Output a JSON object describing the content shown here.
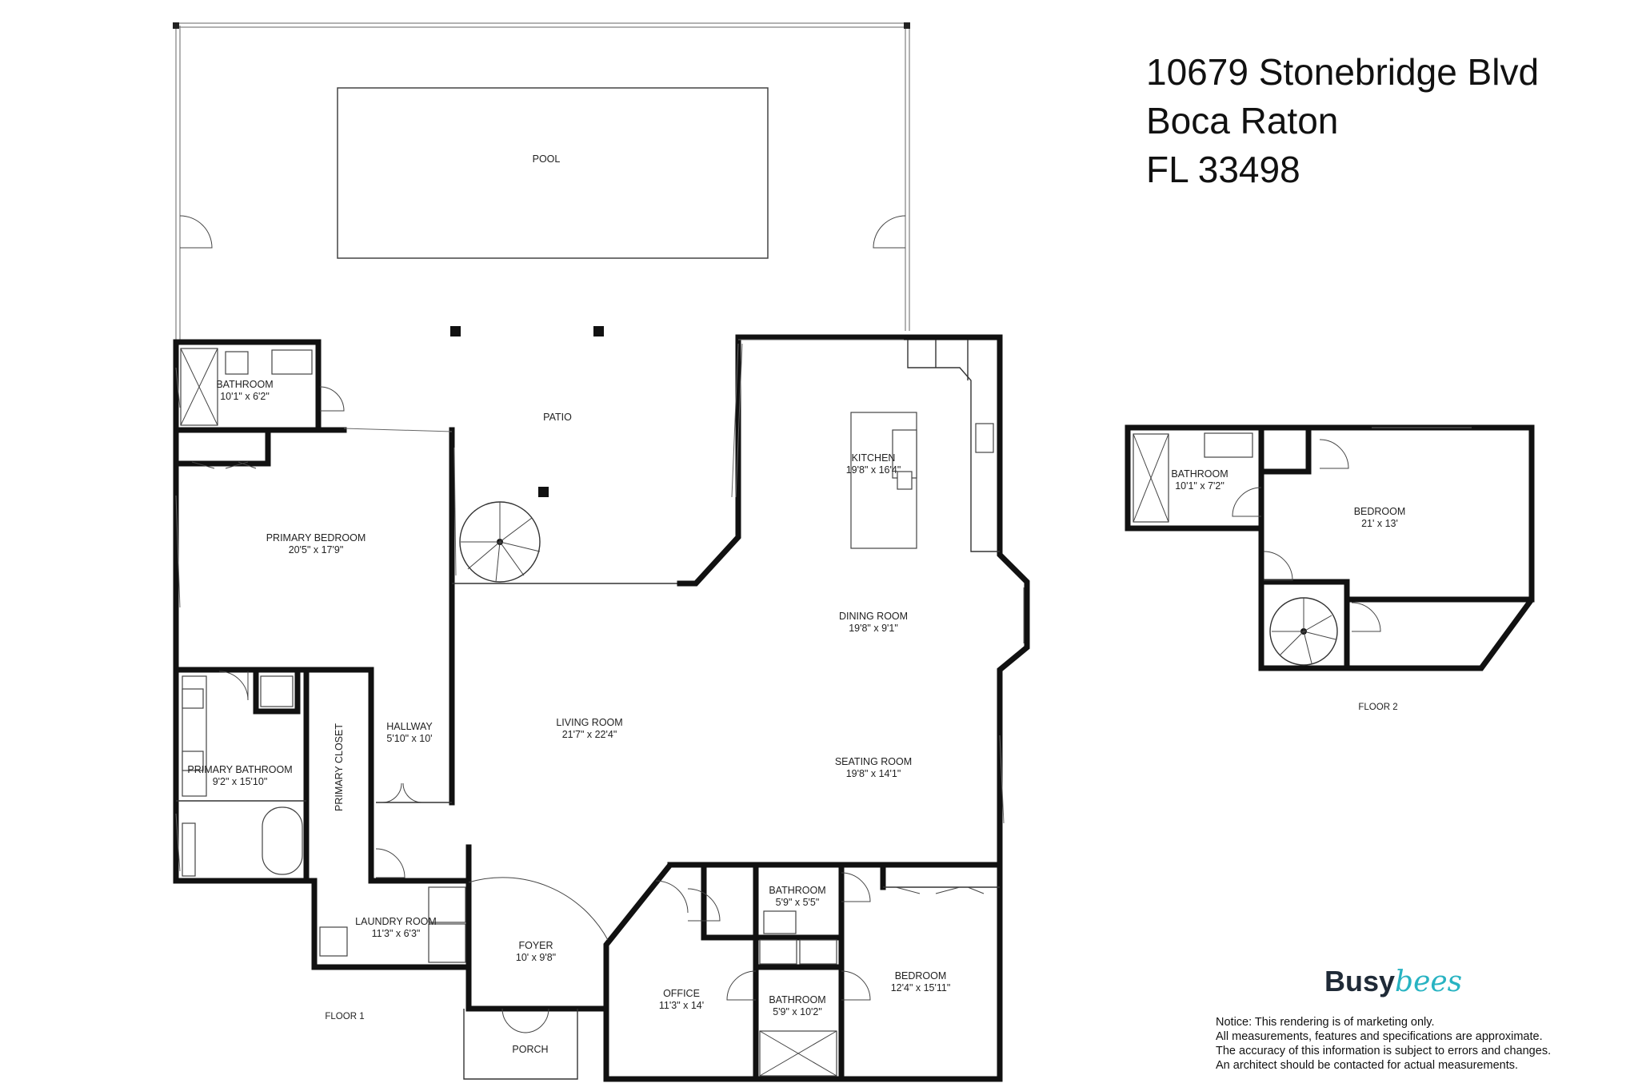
{
  "address": {
    "line1": "10679 Stonebridge Blvd",
    "line2": "Boca Raton",
    "line3": "FL 33498"
  },
  "brand": {
    "part1": "Busy",
    "part2": "bees",
    "accent_color": "#28b3c2",
    "dark_color": "#1f2a37"
  },
  "notice": [
    "Notice: This rendering is of marketing only.",
    "All measurements, features and specifications are approximate.",
    "The accuracy of this information is subject to errors and changes.",
    "An architect should be contacted for actual measurements."
  ],
  "floors": {
    "floor1": "FLOOR 1",
    "floor2": "FLOOR 2"
  },
  "rooms": {
    "pool": {
      "name": "POOL"
    },
    "patio": {
      "name": "PATIO"
    },
    "bathroom_1": {
      "name": "BATHROOM",
      "dims": "10'1\" x 6'2\""
    },
    "primary_bedroom": {
      "name": "PRIMARY BEDROOM",
      "dims": "20'5\" x 17'9\""
    },
    "kitchen": {
      "name": "KITCHEN",
      "dims": "19'8\" x 16'4\""
    },
    "dining_room": {
      "name": "DINING ROOM",
      "dims": "19'8\" x 9'1\""
    },
    "living_room": {
      "name": "LIVING ROOM",
      "dims": "21'7\" x 22'4\""
    },
    "hallway": {
      "name": "HALLWAY",
      "dims": "5'10\" x 10'"
    },
    "primary_closet": {
      "name": "PRIMARY CLOSET"
    },
    "primary_bathroom": {
      "name": "PRIMARY BATHROOM",
      "dims": "9'2\" x 15'10\""
    },
    "seating_room": {
      "name": "SEATING ROOM",
      "dims": "19'8\" x 14'1\""
    },
    "laundry_room": {
      "name": "LAUNDRY ROOM",
      "dims": "11'3\" x 6'3\""
    },
    "foyer": {
      "name": "FOYER",
      "dims": "10' x 9'8\""
    },
    "porch": {
      "name": "PORCH"
    },
    "office": {
      "name": "OFFICE",
      "dims": "11'3\" x 14'"
    },
    "bathroom_2": {
      "name": "BATHROOM",
      "dims": "5'9\" x 5'5\""
    },
    "bathroom_3": {
      "name": "BATHROOM",
      "dims": "5'9\" x 10'2\""
    },
    "bedroom_1": {
      "name": "BEDROOM",
      "dims": "12'4\" x 15'11\""
    },
    "bathroom_4": {
      "name": "BATHROOM",
      "dims": "10'1\" x 7'2\""
    },
    "bedroom_2": {
      "name": "BEDROOM",
      "dims": "21' x 13'"
    }
  }
}
